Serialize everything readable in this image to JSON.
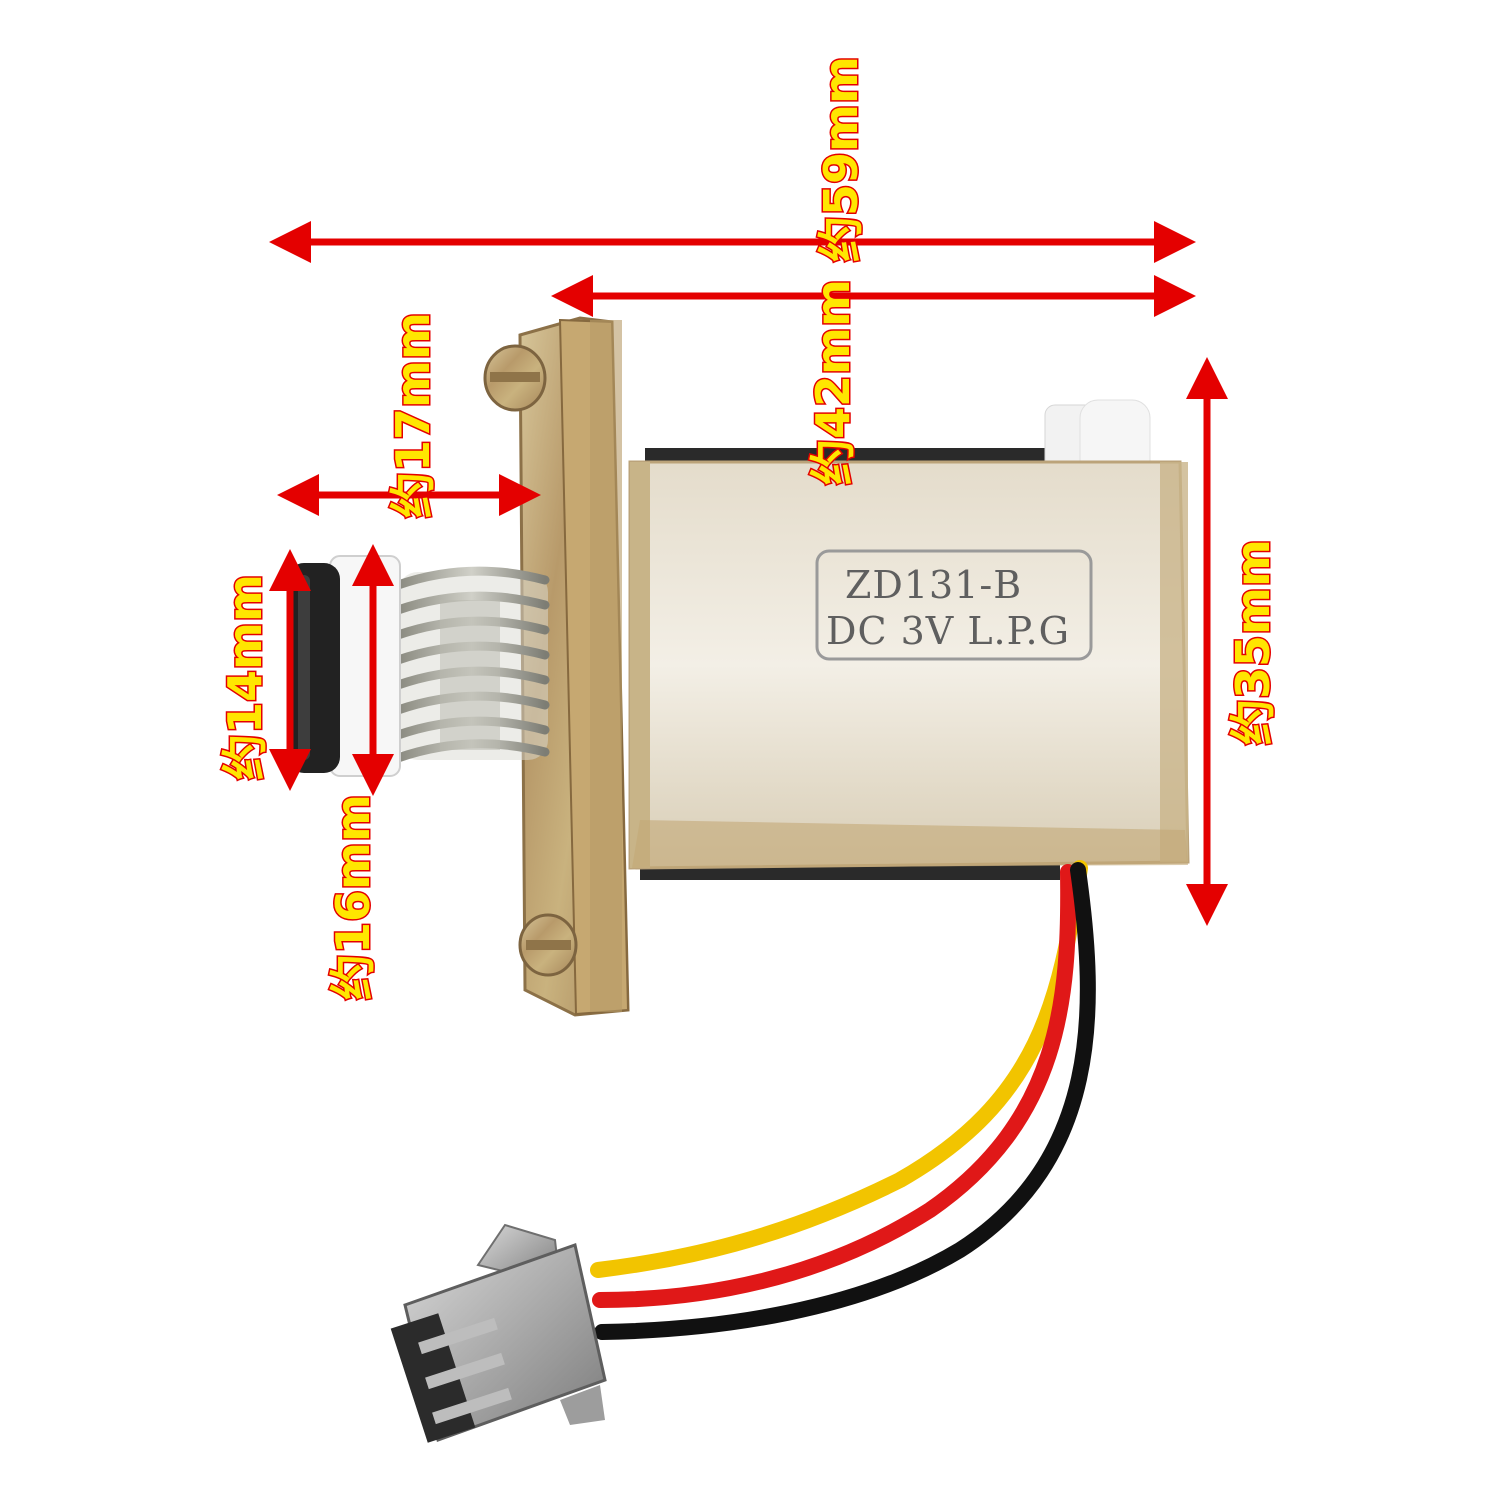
{
  "product": {
    "model": "ZD131-B",
    "rating": "DC 3V L.P.G"
  },
  "dimensions": {
    "overall_length": "约59mm",
    "body_length": "约42mm",
    "plunger_length": "约17mm",
    "cap_diameter": "约14mm",
    "spring_width": "约16mm",
    "body_height": "约35mm"
  },
  "colors": {
    "arrow": "#e40000",
    "label_fill": "#ffe600",
    "wire_yellow": "#f2c400",
    "wire_red": "#e01818",
    "wire_black": "#111111"
  }
}
